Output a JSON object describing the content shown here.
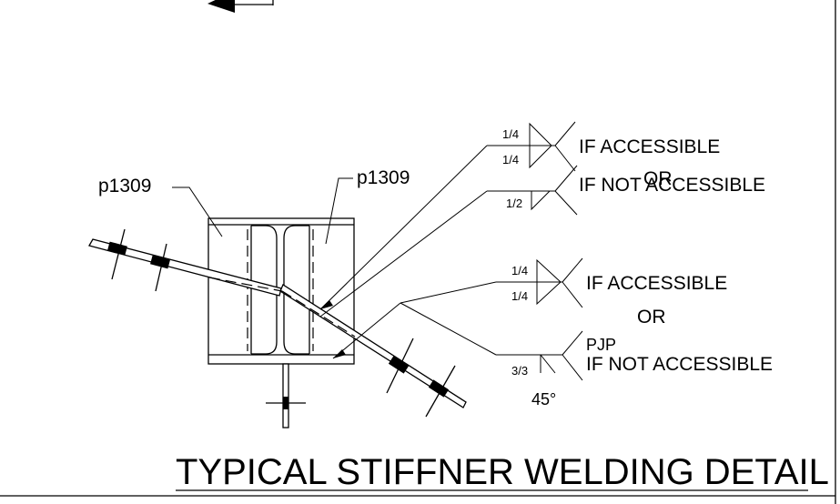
{
  "labels": {
    "left_callout": "p1309",
    "right_callout": "p1309"
  },
  "welds": [
    {
      "top": "1/4",
      "bottom": "1/4",
      "note": "IF ACCESSIBLE"
    },
    {
      "size": "1/2",
      "note": "IF NOT ACCESSIBLE"
    },
    {
      "top": "1/4",
      "bottom": "1/4",
      "note": "IF ACCESSIBLE"
    },
    {
      "size": "3/3",
      "angle": "45°",
      "note_top": "PJP",
      "note": "IF NOT ACCESSIBLE"
    }
  ],
  "or_text": [
    "OR",
    "OR"
  ],
  "title": "TYPICAL STIFFNER WELDING DETAIL",
  "colors": {
    "line": "#000000",
    "background": "#ffffff"
  }
}
